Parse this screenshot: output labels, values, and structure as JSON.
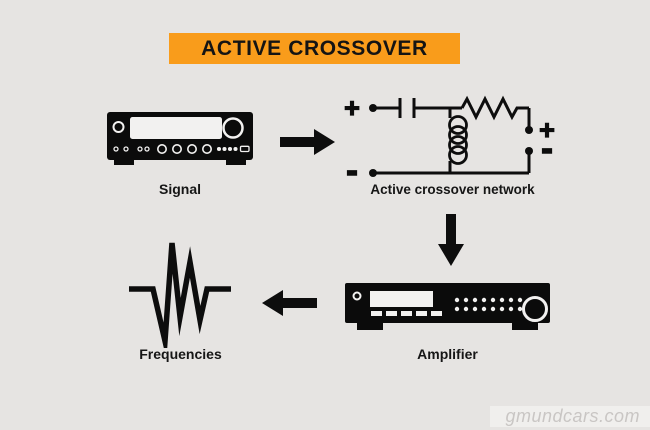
{
  "colors": {
    "background": "#E6E4E2",
    "banner": "#F99C1B",
    "ink": "#0D0D0D",
    "watermark_bg": "#F0EFED",
    "watermark_text": "#C9C6C4"
  },
  "banner": {
    "title": "ACTIVE CROSSOVER"
  },
  "nodes": {
    "signal": {
      "label": "Signal",
      "icon": "receiver-icon"
    },
    "crossover": {
      "label": "Active crossover network",
      "icon": "circuit-icon",
      "components": [
        "capacitor",
        "inductor",
        "resistor"
      ],
      "terminals": {
        "in_plus": "+",
        "in_minus": "-",
        "out_plus": "+",
        "out_minus": "-"
      }
    },
    "amplifier": {
      "label": "Amplifier",
      "icon": "amplifier-icon"
    },
    "frequencies": {
      "label": "Frequencies",
      "icon": "waveform-icon"
    }
  },
  "flow": {
    "arrows": [
      {
        "name": "signal-to-crossover",
        "direction": "right"
      },
      {
        "name": "crossover-to-amplifier",
        "direction": "down"
      },
      {
        "name": "amplifier-to-frequencies",
        "direction": "left"
      }
    ]
  },
  "watermark": {
    "text": "gmundcars.com"
  }
}
